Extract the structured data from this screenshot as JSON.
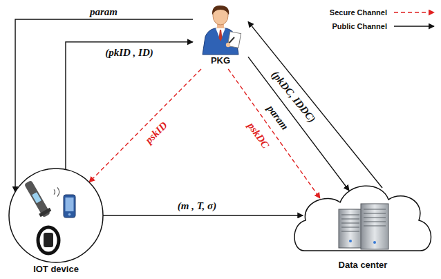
{
  "diagram": {
    "nodes": [
      {
        "text": [
          "PKG"
        ]
      },
      {
        "text": [
          "IOT device"
        ]
      },
      {
        "text": [
          "Data center"
        ]
      }
    ],
    "edges": [
      {
        "from": 0,
        "to": 1,
        "arrow": "to",
        "label": "param"
      },
      {
        "from": 1,
        "to": 0,
        "arrow": "to",
        "label": "(pkID , ID)"
      },
      {
        "from": 0,
        "to": 1,
        "arrow": "to",
        "label": "pskID"
      },
      {
        "from": 1,
        "to": 2,
        "arrow": "to",
        "label": "(m , T, σ)"
      },
      {
        "from": 0,
        "to": 2,
        "arrow": "to",
        "label": "param"
      },
      {
        "from": 0,
        "to": 2,
        "arrow": "to",
        "label": "pskDC"
      },
      {
        "from": 2,
        "to": 0,
        "arrow": "to",
        "label": "(pkDC, IDDC)"
      }
    ],
    "legend": [
      {
        "text": "Secure Channel"
      },
      {
        "text": "Public Channel"
      }
    ]
  }
}
